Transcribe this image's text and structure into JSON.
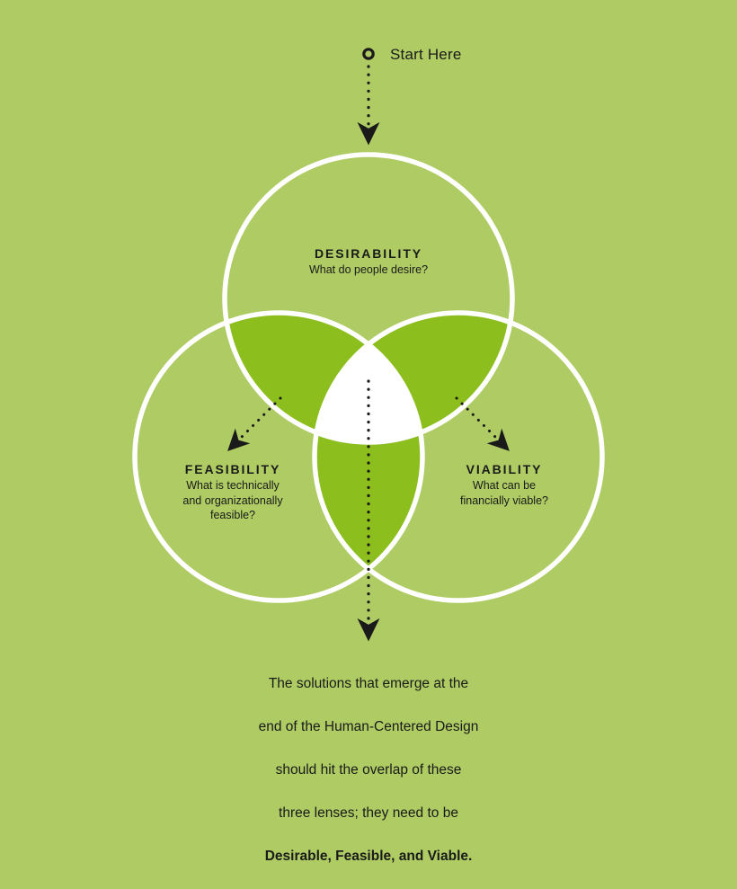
{
  "diagram": {
    "title": "Human-Centered Design three lenses Venn diagram",
    "background_color": "#aecc63",
    "circle_fill_color": "#8cbe1e",
    "circle_stroke_color": "#ffffff",
    "center_fill_color": "#ffffff",
    "text_color": "#1a1a1a"
  },
  "start": {
    "label": "Start Here",
    "marker": "ring-marker"
  },
  "lenses": [
    {
      "id": "desirability",
      "title": "DESIRABILITY",
      "question": "What do people desire?"
    },
    {
      "id": "feasibility",
      "title": "FEASIBILITY",
      "question": "What is technically\nand organizationally\nfeasible?"
    },
    {
      "id": "viability",
      "title": "VIABILITY",
      "question": "What can be\nfinancially viable?"
    }
  ],
  "conclusion": {
    "line1": "The solutions that emerge at the",
    "line2": "end of the Human-Centered Design",
    "line3": "should hit the overlap of these",
    "line4": "three lenses; they need to be",
    "line5": "Desirable, Feasible, and Viable."
  }
}
